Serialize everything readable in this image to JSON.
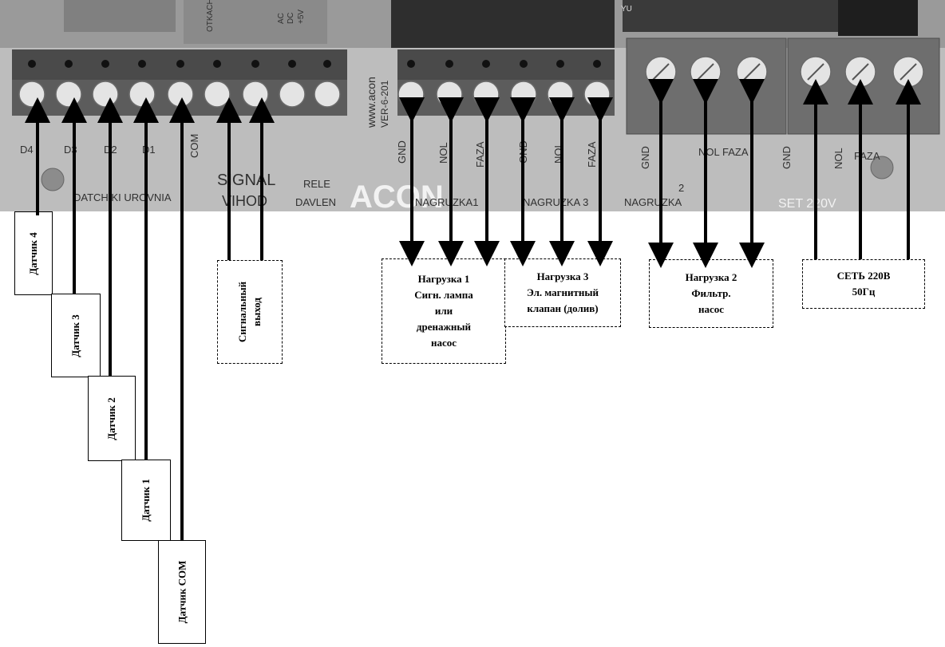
{
  "board": {
    "silkscreen": {
      "d4": "D4",
      "d3": "D3",
      "d2": "D2",
      "d1": "D1",
      "com": "COM",
      "signal": "SIGNAL",
      "vihod": "VIHOD",
      "rele": "RELE",
      "davlen": "DAVLEN",
      "acon": "ACON",
      "www": "www.acon",
      "ver": "VER-6-201",
      "gnd_a": "GND",
      "nol_a": "NOL",
      "faza_a": "FAZA",
      "gnd_b": "GND",
      "nol_b": "NOL",
      "faza_b": "FAZA",
      "gnd_c": "GND",
      "nol_c": "NOL",
      "faza_c": "FAZA",
      "gnd_d": "GND",
      "nol_d": "NOL",
      "faza_d": "FAZA",
      "datchiki": "DATCHIKI UROVNIA",
      "nagruzka1": "NAGRUZKA1",
      "nagruzka3": "NAGRUZKA 3",
      "nagruzka2_num": "2",
      "nagruzka2": "NAGRUZKA",
      "set220": "SET 220V",
      "top_a": "OTKACHKA",
      "top_b": "+5V",
      "top_c": "AC",
      "top_d": "DC",
      "top_e": "YU"
    }
  },
  "labels": {
    "sensor4": "Датчик 4",
    "sensor3": "Датчик 3",
    "sensor2": "Датчик 2",
    "sensor1": "Датчик 1",
    "sensor_com": "Датчик COM",
    "signal_out": "Сигнальный выход",
    "load1": "Нагрузка  1\nСигн. лампа\nили\nдренажный\nнасос",
    "load3": "Нагрузка  3\nЭл. магнитный\nклапан (долив)",
    "load2": "Нагрузка  2\nФильтр.\nнасос",
    "mains": "СЕТЬ 220В\n50Гц"
  },
  "colors": {
    "board": "#bdbdbd",
    "terminal_dark": "#5a5a5a",
    "terminal_green": "#707070",
    "line": "#000000"
  }
}
